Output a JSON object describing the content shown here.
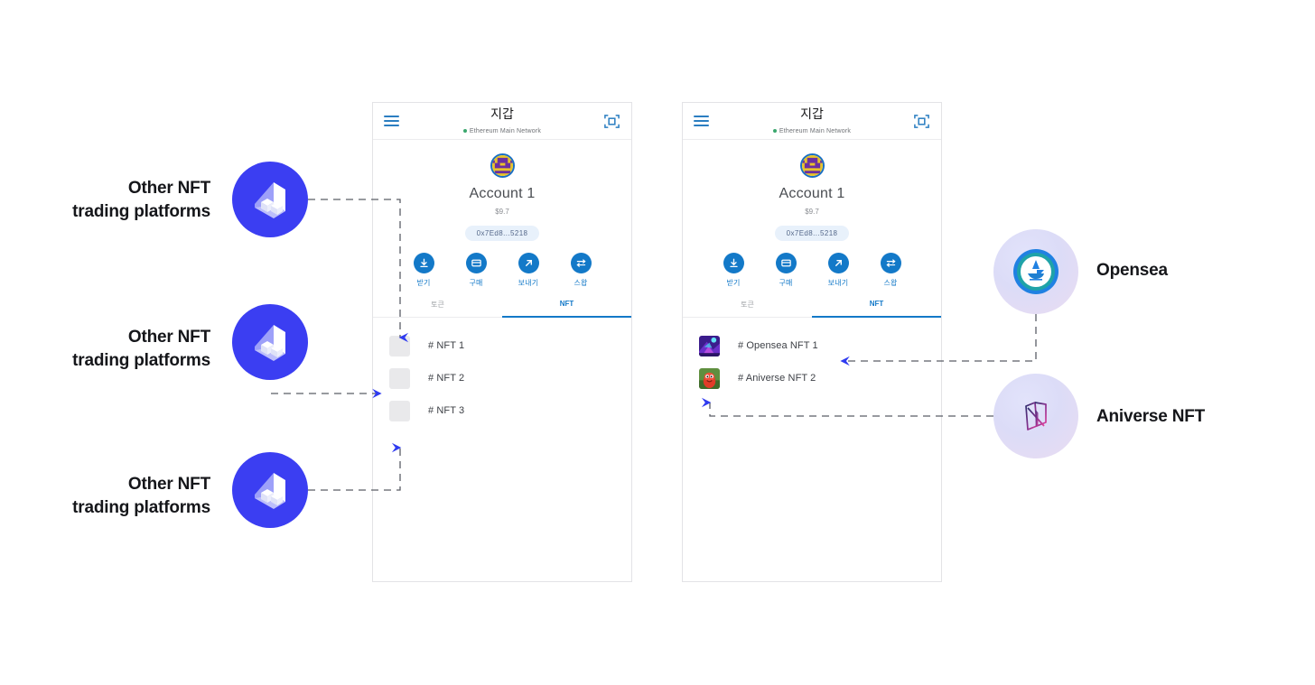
{
  "left_labels": [
    {
      "line1": "Other NFT",
      "line2": "trading platforms"
    },
    {
      "line1": "Other NFT",
      "line2": "trading platforms"
    },
    {
      "line1": "Other NFT",
      "line2": "trading platforms"
    }
  ],
  "right_labels": [
    {
      "text": "Opensea"
    },
    {
      "text": "Aniverse NFT"
    }
  ],
  "phone": {
    "title": "지갑",
    "network": "Ethereum Main Network",
    "network_dot_color": "#3aa76d",
    "account_name": "Account 1",
    "balance": "$9.7",
    "address": "0x7Ed8...5218",
    "accent_color": "#1379c8",
    "actions": [
      {
        "label": "받기",
        "icon": "download-icon"
      },
      {
        "label": "구매",
        "icon": "card-icon"
      },
      {
        "label": "보내기",
        "icon": "send-arrow-icon"
      },
      {
        "label": "스왑",
        "icon": "swap-icon"
      }
    ],
    "tabs": [
      {
        "label": "토큰",
        "active": false
      },
      {
        "label": "NFT",
        "active": true
      }
    ]
  },
  "phone_left": {
    "nfts": [
      {
        "name": "# NFT 1"
      },
      {
        "name": "# NFT 2"
      },
      {
        "name": "# NFT 3"
      }
    ]
  },
  "phone_right": {
    "nfts": [
      {
        "name": "# Opensea NFT 1"
      },
      {
        "name": "# Aniverse NFT 2"
      }
    ]
  },
  "colors": {
    "platform_badge": "#3b3ef2",
    "arrow": "#2f3bf0",
    "wire": "#5a5d66",
    "opensea_ring": "#2081e2",
    "aniverse_gradient_from": "#2b2f6e",
    "aniverse_gradient_to": "#e0409b"
  }
}
